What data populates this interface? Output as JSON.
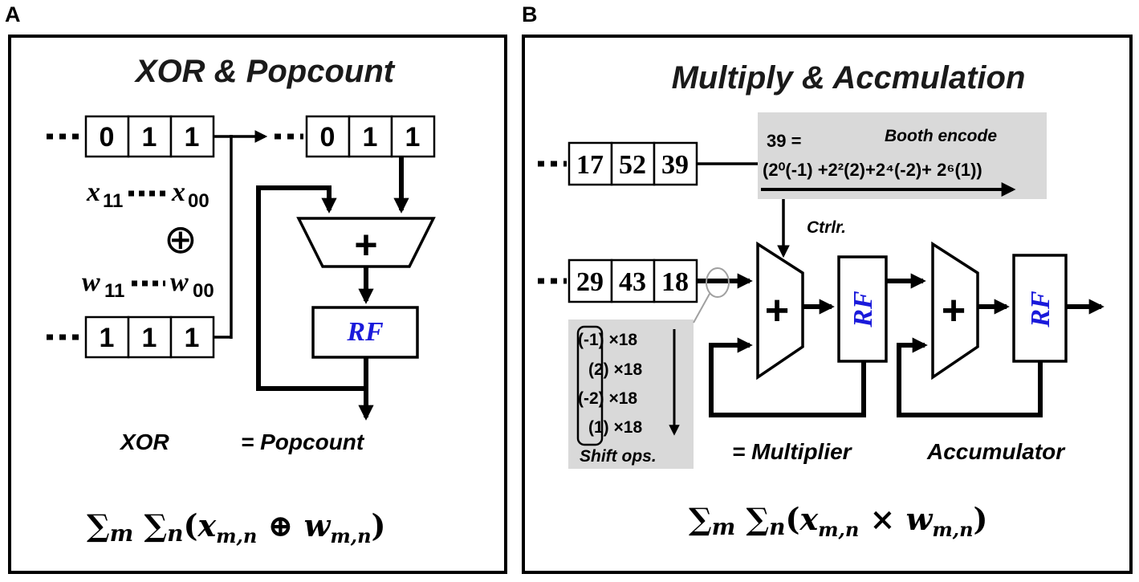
{
  "panel_a": {
    "letter": "A",
    "title": "XOR & Popcount",
    "x_cells": [
      "0",
      "1",
      "1"
    ],
    "w_cells": [
      "1",
      "1",
      "1"
    ],
    "out_cells": [
      "0",
      "1",
      "1"
    ],
    "x_var": "x",
    "x_hi": "11",
    "x_lo": "00",
    "xor_symbol": "⊕",
    "w_var": "w",
    "w_hi": "11",
    "w_lo": "00",
    "adder": "+",
    "rf": "RF",
    "label_xor": "XOR",
    "label_popcount": "= Popcount",
    "formula": "∑m ∑n(xm,n ⊕ wm,n)"
  },
  "panel_b": {
    "letter": "B",
    "title": "Multiply & Accmulation",
    "top_cells": [
      "17",
      "52",
      "39"
    ],
    "bottom_cells": [
      "29",
      "43",
      "18"
    ],
    "booth_eq": "39 =",
    "booth_label": "Booth encode",
    "booth_expr": "(2⁰(-1) +2²(2)+2⁴(-2)+ 2⁶(1))",
    "ctrl_label": "Ctrlr.",
    "adder1": "+",
    "adder2": "+",
    "rf1": "RF",
    "rf2": "RF",
    "shift_rows": [
      "(-1) ×18",
      "(2) ×18",
      "(-2) ×18",
      "(1) ×18"
    ],
    "shift_label": "Shift ops.",
    "label_multiplier": "= Multiplier",
    "label_accumulator": "Accumulator",
    "formula": "∑m ∑n(xm,n × wm,n)"
  },
  "colors": {
    "rf_text": "#1a1adb",
    "gray_box": "#d9d9d9",
    "line": "#000000"
  },
  "icons": {
    "arrow": "arrowhead",
    "adder": "trapezoid-adder"
  }
}
